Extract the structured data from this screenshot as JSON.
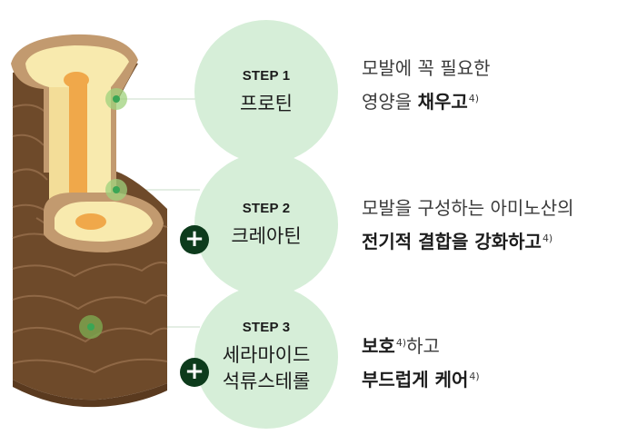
{
  "steps": [
    {
      "label": "STEP 1",
      "name_lines": [
        "프로틴"
      ],
      "plus": false,
      "desc_line1": "모발에 꼭 필요한",
      "desc_line2_plain": "영양을 ",
      "desc_line2_bold": "채우고",
      "footnote": "4)"
    },
    {
      "label": "STEP 2",
      "name_lines": [
        "크레아틴"
      ],
      "plus": true,
      "desc_line1": "모발을 구성하는 아미노산의",
      "desc_line2_bold": "전기적 결합을 강화하고",
      "footnote": "4)"
    },
    {
      "label": "STEP 3",
      "name_lines": [
        "세라마이드",
        "석류스테롤"
      ],
      "plus": true,
      "desc_line1_bold": "보호",
      "desc_line1_sup": "4)",
      "desc_line1_rest": "하고",
      "desc_line2_bold": "부드럽게 케어",
      "footnote": "4)"
    }
  ],
  "plus_symbol": "+",
  "colors": {
    "circle_fill": "#d6eed8",
    "plus_fill": "#0d3b1c",
    "hair_cuticle": "#6e4a2a",
    "hair_cortex": "#f8eaae",
    "hair_medulla": "#f0a84a",
    "marker": "#3aa655"
  }
}
